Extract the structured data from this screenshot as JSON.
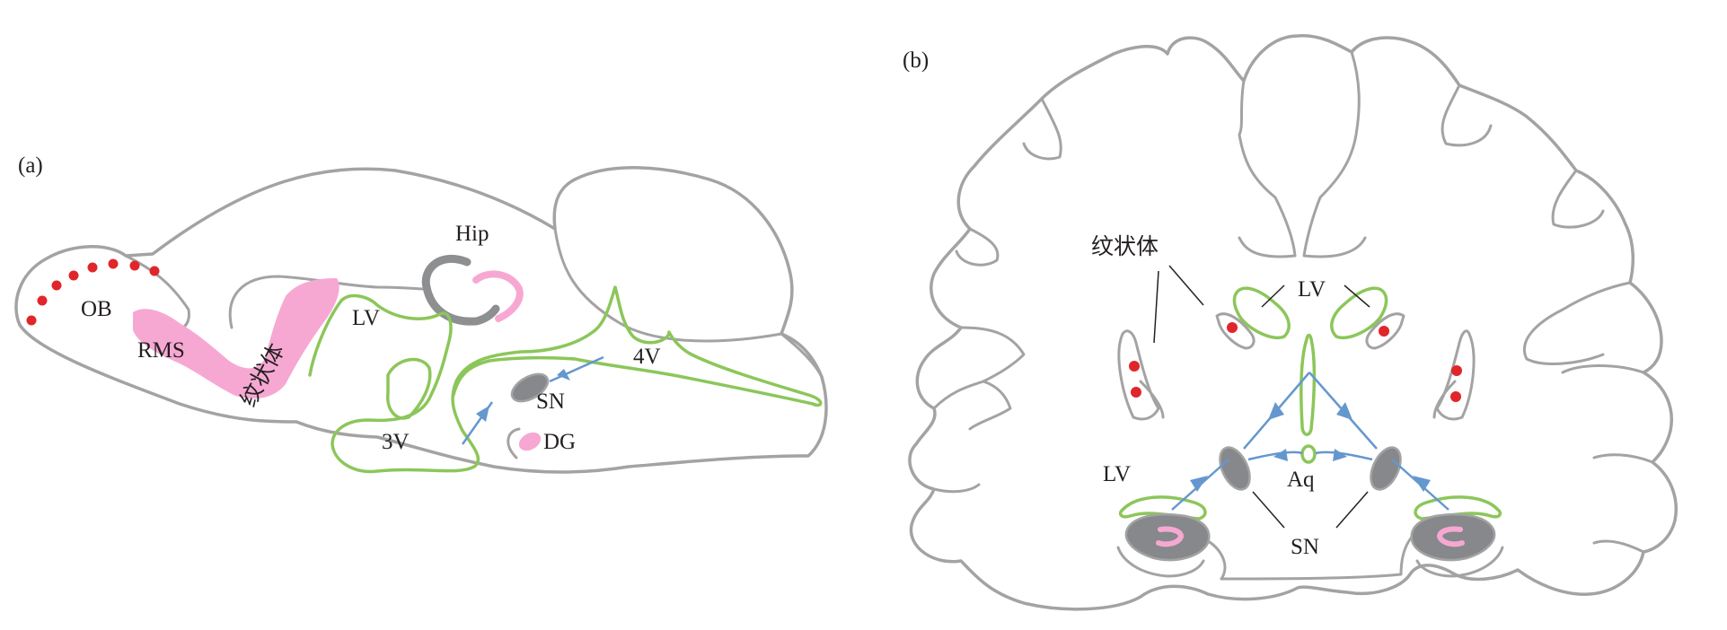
{
  "panel_a": {
    "letter": "(a)",
    "labels": {
      "ob": "OB",
      "rms": "RMS",
      "striatum": "纹状体",
      "lv": "LV",
      "hip": "Hip",
      "third_ventricle": "3V",
      "fourth_ventricle": "4V",
      "sn": "SN",
      "dg": "DG"
    }
  },
  "panel_b": {
    "letter": "(b)",
    "labels": {
      "striatum": "纹状体",
      "lv_top": "LV",
      "lv_bottom": "LV",
      "aq": "Aq",
      "sn": "SN"
    }
  },
  "colors": {
    "outline": "#a3a3a3",
    "ventricle": "#8cc65a",
    "neurogenic_zone": "#f6a8d3",
    "substantia_nigra": "#86888b",
    "hippocampus": "#8e8f91",
    "cell_dot": "#e0262a",
    "migration_path": "#6597cf"
  },
  "icons": {
    "arrow": "arrow-head-icon",
    "cell": "red-dot-icon"
  }
}
